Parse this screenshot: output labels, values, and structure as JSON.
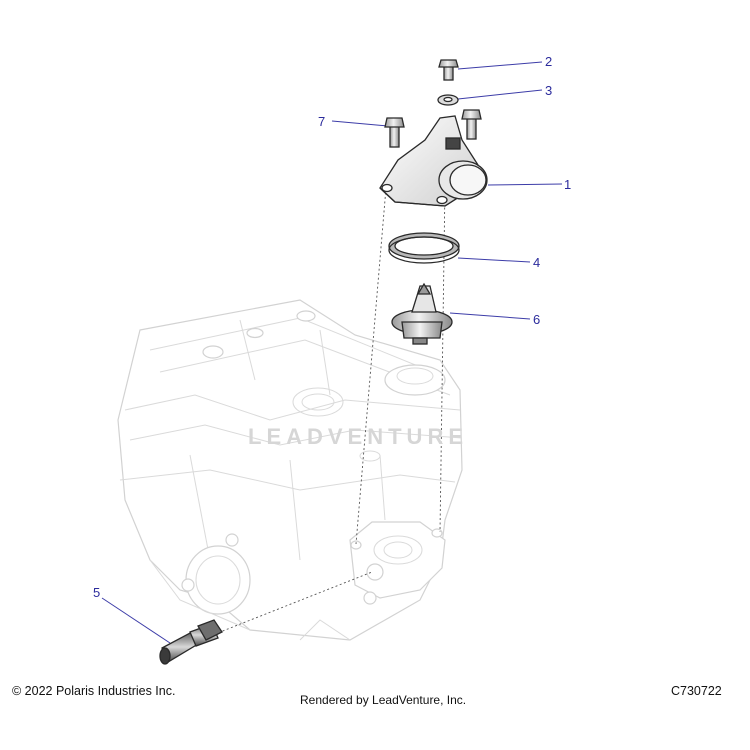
{
  "callouts": [
    {
      "id": "1",
      "label": "1"
    },
    {
      "id": "2",
      "label": "2"
    },
    {
      "id": "3",
      "label": "3"
    },
    {
      "id": "4",
      "label": "4"
    },
    {
      "id": "5",
      "label": "5"
    },
    {
      "id": "6",
      "label": "6"
    },
    {
      "id": "7",
      "label": "7"
    }
  ],
  "watermark": "LEADVENTURE",
  "footer": {
    "copyright": "© 2022 Polaris Industries Inc.",
    "rendered_by": "Rendered by LeadVenture, Inc.",
    "code": "C730722"
  },
  "colors": {
    "callout": "#2b2b9c",
    "part_outline": "#2a2a2a",
    "background_part": "#d2d2d2"
  }
}
